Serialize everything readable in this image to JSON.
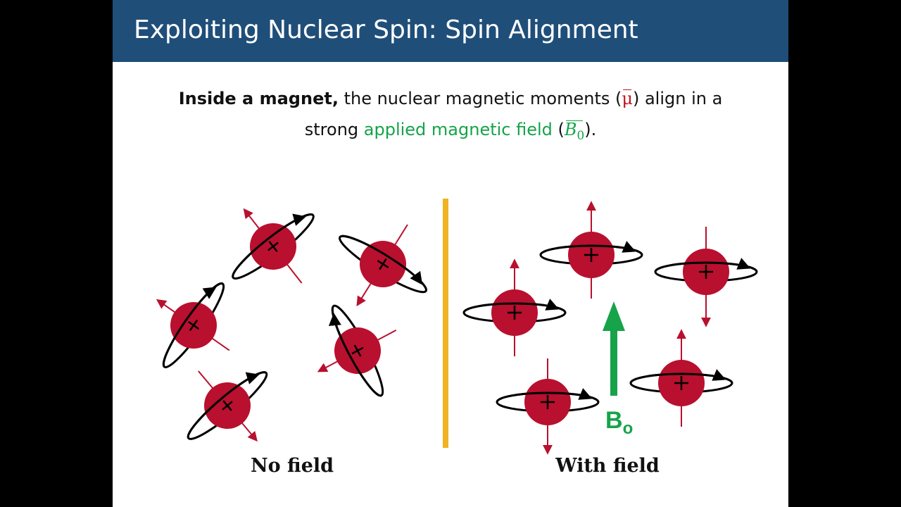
{
  "slide": {
    "title": "Exploiting Nuclear Spin:  Spin Alignment",
    "line1": {
      "bold": "Inside a magnet,",
      "text": " the nuclear magnetic moments (",
      "mu": "μ",
      "end": ") align in a"
    },
    "line2": {
      "start": "strong ",
      "green": "applied magnetic field",
      "paren_open": " (",
      "b": "B",
      "sub": "0",
      "end": ")."
    }
  },
  "diagram": {
    "left_label": "No field",
    "right_label": "With field",
    "field_label": "B",
    "field_sub": "o",
    "colors": {
      "nucleus": "#b8102e",
      "moment_arrow": "#b8102e",
      "precession_ring": "#000000",
      "divider": "#f0b323",
      "field_arrow": "#16a34a"
    },
    "icons": [
      "plus-sign",
      "cross-sign"
    ]
  }
}
